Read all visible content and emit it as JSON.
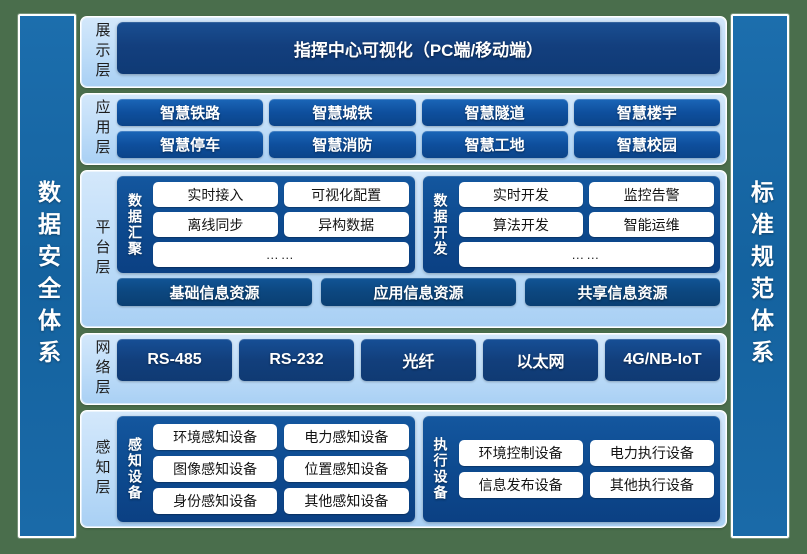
{
  "background_color": "#4a6e4c",
  "accent_dark_blue": "#0e4f9d",
  "accent_light_blue": "#bddcf8",
  "pillar_color": "#1a6aa8",
  "left_pillar": {
    "label": "数据安全体系"
  },
  "right_pillar": {
    "label": "标准规范体系"
  },
  "layers": {
    "presentation": {
      "label": "展示层",
      "bar": "指挥中心可视化（PC端/移动端）"
    },
    "application": {
      "label": "应用层",
      "row1": [
        "智慧铁路",
        "智慧城铁",
        "智慧隧道",
        "智慧楼宇"
      ],
      "row2": [
        "智慧停车",
        "智慧消防",
        "智慧工地",
        "智慧校园"
      ]
    },
    "platform": {
      "label": "平台层",
      "panels": [
        {
          "title": "数据汇聚",
          "row1": [
            "实时接入",
            "可视化配置"
          ],
          "row2": [
            "离线同步",
            "异构数据"
          ],
          "row3": "……"
        },
        {
          "title": "数据开发",
          "row1": [
            "实时开发",
            "监控告警"
          ],
          "row2": [
            "算法开发",
            "智能运维"
          ],
          "row3": "……"
        }
      ],
      "resources": [
        "基础信息资源",
        "应用信息资源",
        "共享信息资源"
      ]
    },
    "network": {
      "label": "网络层",
      "items": [
        "RS-485",
        "RS-232",
        "光纤",
        "以太网",
        "4G/NB-IoT"
      ]
    },
    "perception": {
      "label": "感知层",
      "panels": [
        {
          "title": "感知设备",
          "row1": [
            "环境感知设备",
            "电力感知设备"
          ],
          "row2": [
            "图像感知设备",
            "位置感知设备"
          ],
          "row3": [
            "身份感知设备",
            "其他感知设备"
          ]
        },
        {
          "title": "执行设备",
          "row1": [
            "环境控制设备",
            "电力执行设备"
          ],
          "row2": [
            "信息发布设备",
            "其他执行设备"
          ]
        }
      ]
    }
  }
}
